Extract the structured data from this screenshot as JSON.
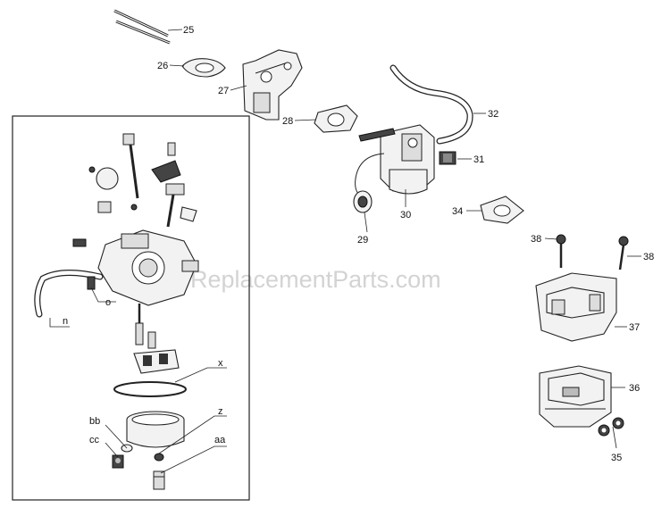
{
  "watermark": "eReplacementParts.com",
  "callouts": {
    "p25": "25",
    "p26": "26",
    "p27": "27",
    "p28": "28",
    "p29": "29",
    "p30": "30",
    "p31": "31",
    "p32": "32",
    "p34": "34",
    "p35": "35",
    "p36": "36",
    "p37": "37",
    "p38a": "38",
    "p38b": "38",
    "pn": "n",
    "po": "o",
    "px": "x",
    "pz": "z",
    "pbb": "bb",
    "pcc": "cc",
    "paa": "aa"
  }
}
